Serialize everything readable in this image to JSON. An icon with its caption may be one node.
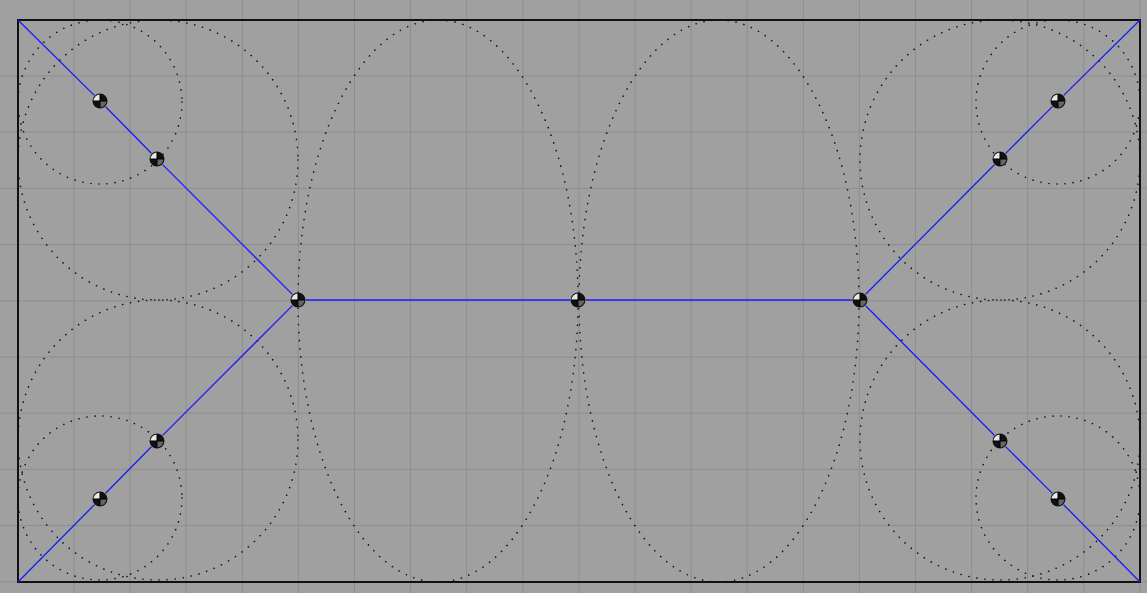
{
  "diagram": {
    "nodes": [
      {
        "text": [],
        "shape": "circle"
      },
      {
        "text": [],
        "shape": "circle"
      },
      {
        "text": [],
        "shape": "circle"
      },
      {
        "text": [],
        "shape": "circle"
      },
      {
        "text": [],
        "shape": "circle"
      },
      {
        "text": [],
        "shape": "circle"
      },
      {
        "text": [],
        "shape": "circle"
      },
      {
        "text": [],
        "shape": "circle"
      },
      {
        "text": [],
        "shape": "circle"
      },
      {
        "text": [],
        "shape": "circle"
      },
      {
        "text": [],
        "shape": "circle"
      }
    ],
    "edges": [
      {
        "from": null,
        "to": 0,
        "arrow": "none"
      },
      {
        "from": 0,
        "to": 1,
        "arrow": "none"
      },
      {
        "from": 1,
        "to": 2,
        "arrow": "none"
      },
      {
        "from": null,
        "to": 3,
        "arrow": "none"
      },
      {
        "from": 3,
        "to": 4,
        "arrow": "none"
      },
      {
        "from": 4,
        "to": 2,
        "arrow": "none"
      },
      {
        "from": 2,
        "to": 5,
        "arrow": "none"
      },
      {
        "from": 5,
        "to": 6,
        "arrow": "none"
      },
      {
        "from": 6,
        "to": 7,
        "arrow": "none"
      },
      {
        "from": 7,
        "to": 8,
        "arrow": "none"
      },
      {
        "from": 8,
        "to": null,
        "arrow": "none"
      },
      {
        "from": 6,
        "to": 9,
        "arrow": "none"
      },
      {
        "from": 9,
        "to": 10,
        "arrow": "none"
      },
      {
        "from": 10,
        "to": null,
        "arrow": "none"
      }
    ]
  }
}
